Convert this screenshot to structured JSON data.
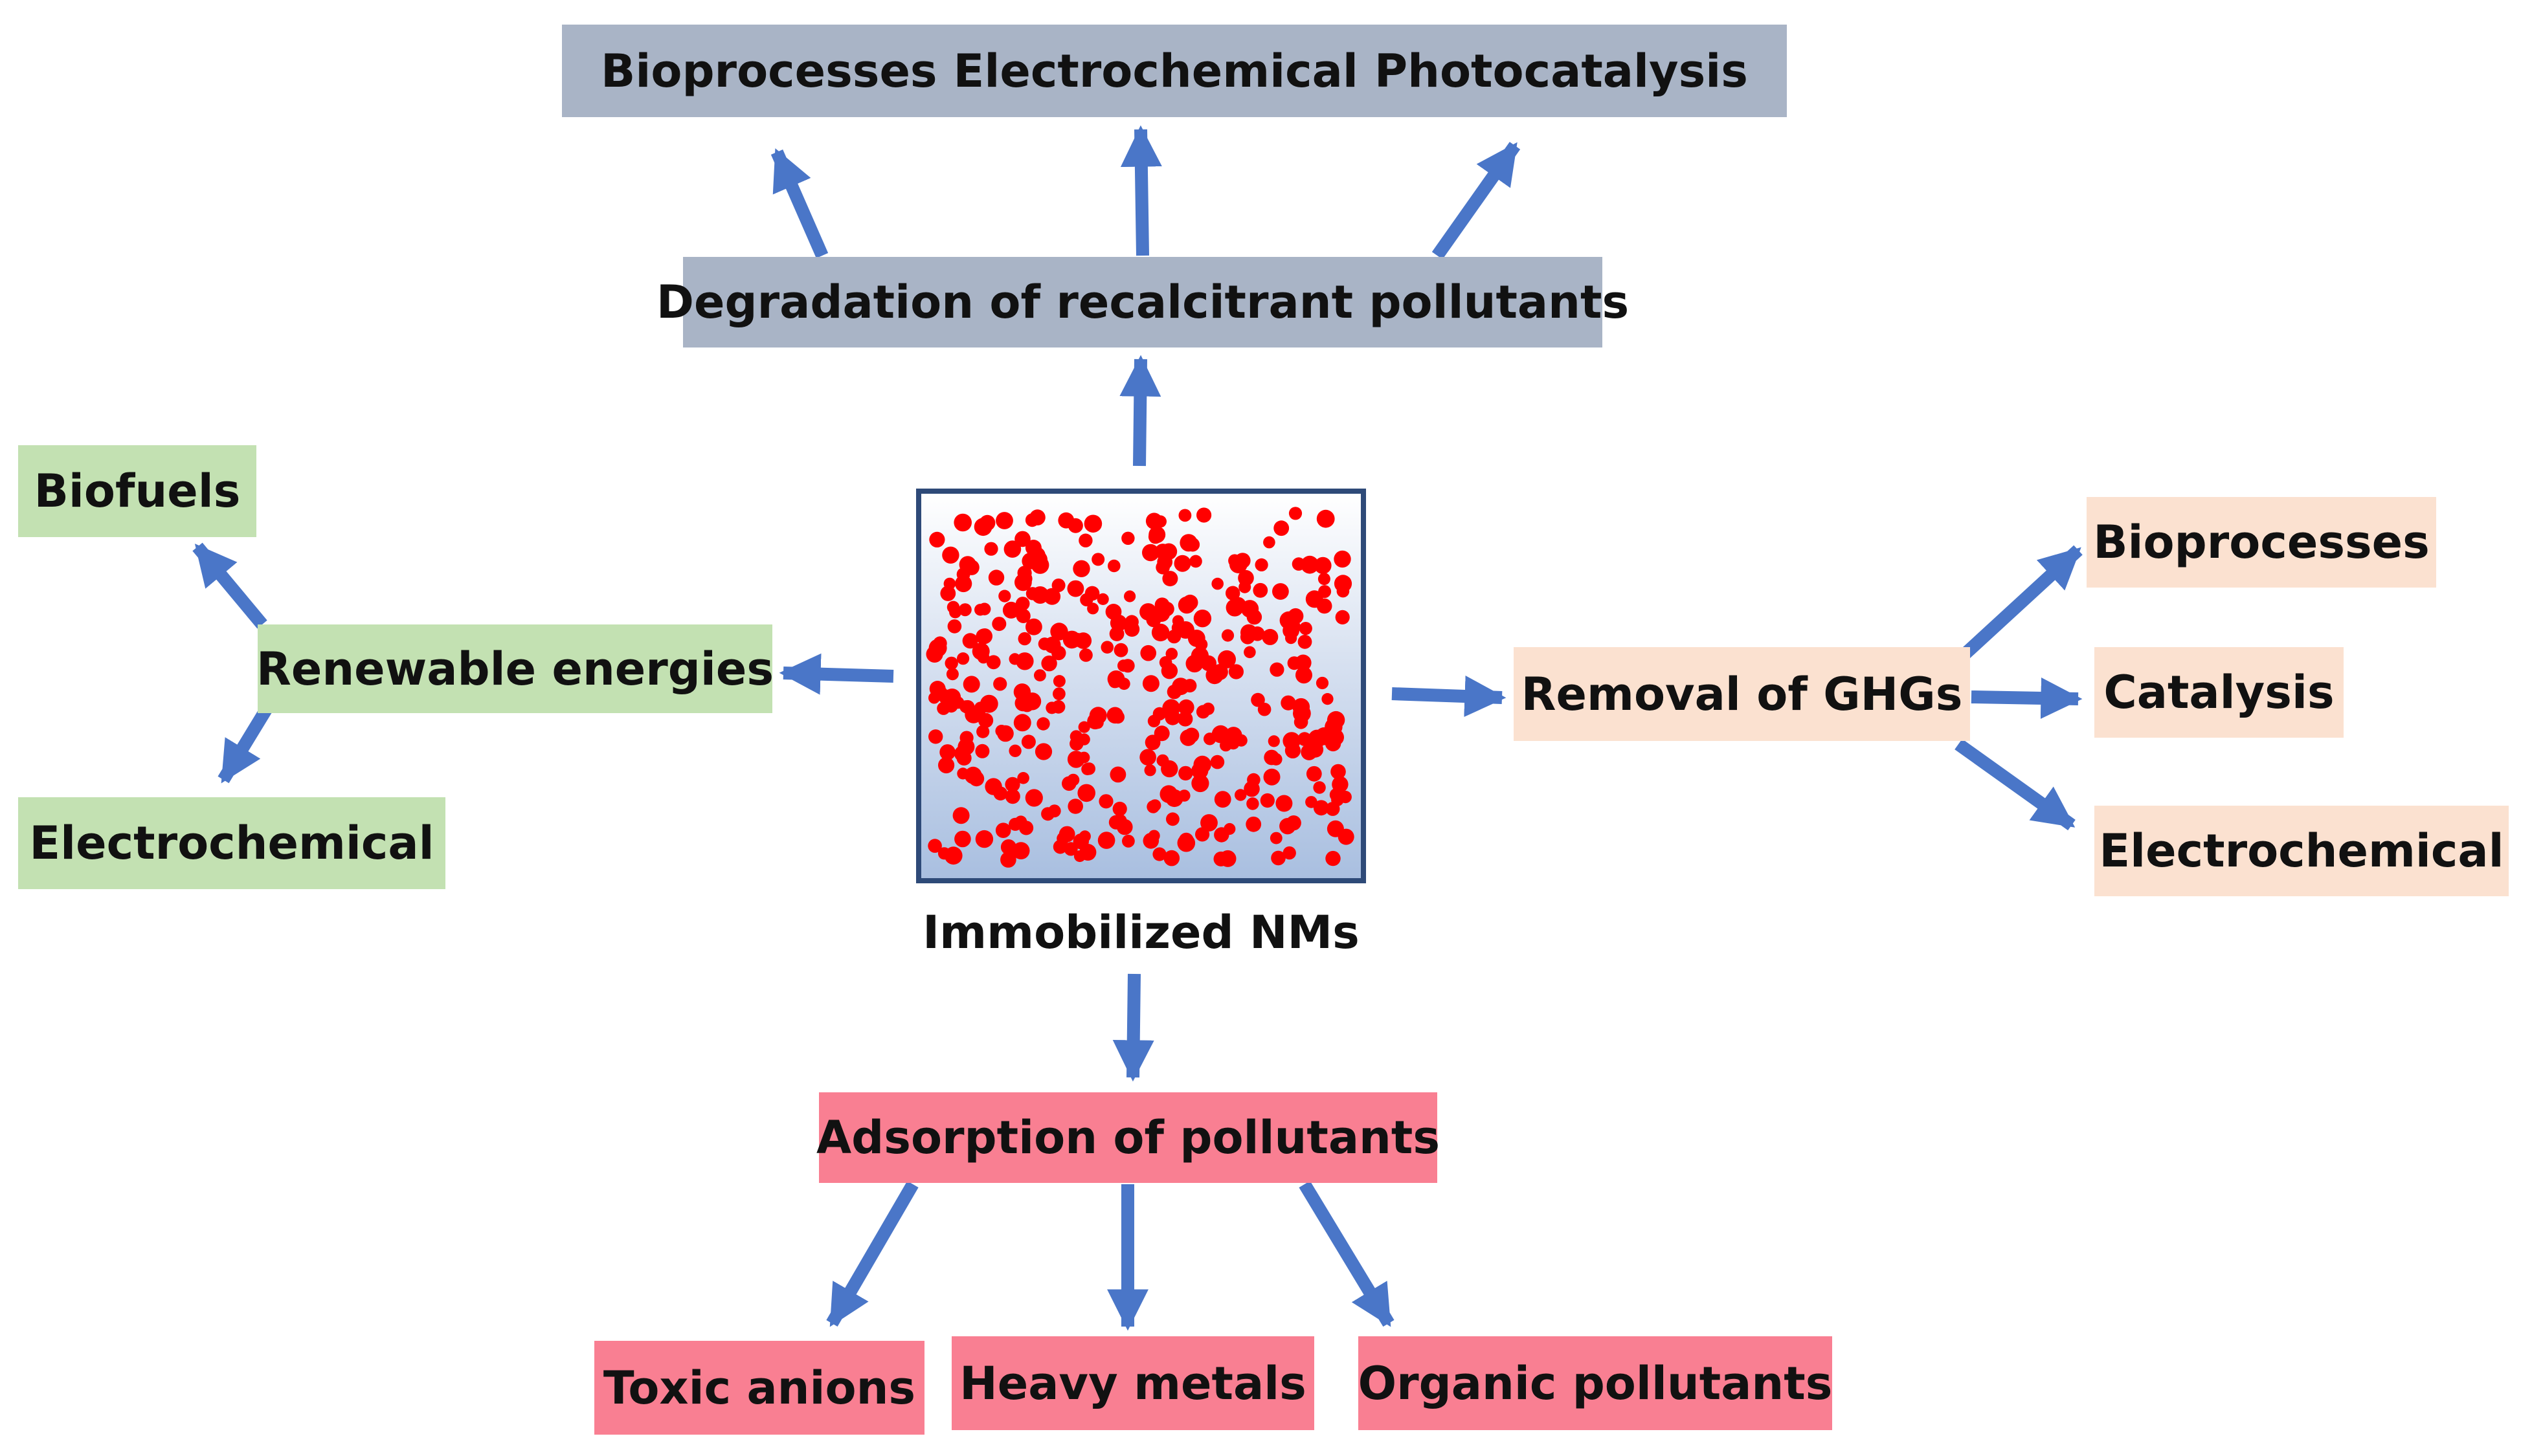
{
  "top_methods": [
    "Bioprocesses",
    "Electrochemical",
    "Photocatalysis"
  ],
  "degradation": "Degradation of recalcitrant pollutants",
  "renewable": "Renewable energies",
  "biofuels": "Biofuels",
  "electrochemical_left": "Electrochemical",
  "center_label": "Immobilized NMs",
  "ghg": "Removal of GHGs",
  "ghg_items": [
    "Bioprocesses",
    "Catalysis",
    "Electrochemical"
  ],
  "adsorption": "Adsorption of pollutants",
  "adsorption_items": [
    "Toxic anions",
    "Heavy metals",
    "Organic pollutants"
  ],
  "colors": {
    "degradation": "#a9b4c6",
    "renewable": "#c3e1b2",
    "ghg": "#fbe1d0",
    "adsorption": "#f97f92",
    "arrow": "#4a76c8",
    "particles": "#ff0000"
  }
}
